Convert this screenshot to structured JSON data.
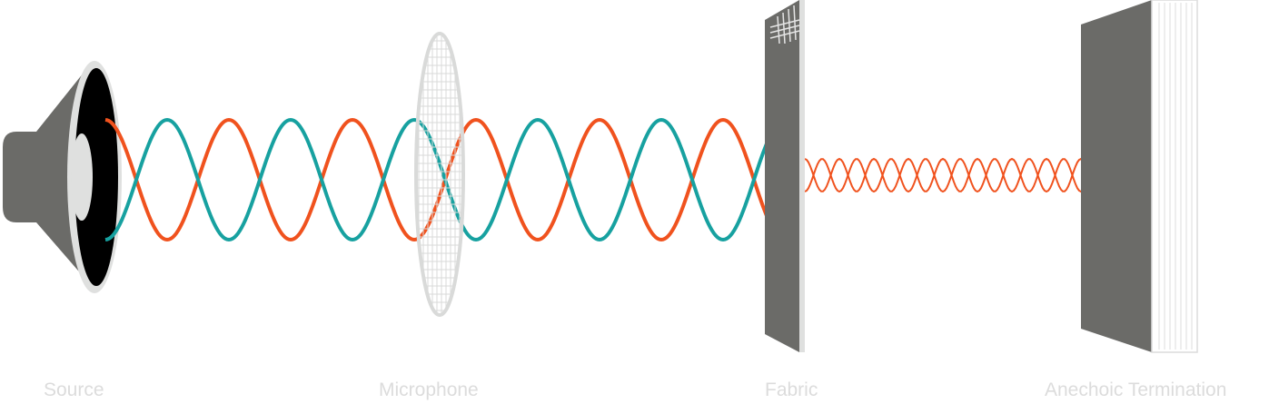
{
  "labels": {
    "source": "Source",
    "microphone": "Microphone",
    "fabric": "Fabric",
    "anechoic": "Anechoic Termination"
  },
  "colors": {
    "device_gray": "#6b6b68",
    "light_gray": "#dfe0df",
    "speaker_cone": "#000000",
    "wave_orange": "#f0521e",
    "wave_teal": "#17a1a0",
    "label_gray": "#dcdcdc"
  }
}
